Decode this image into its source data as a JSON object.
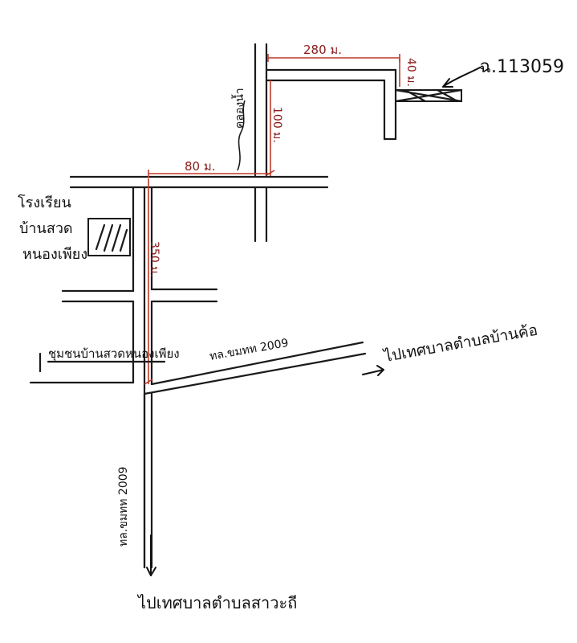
{
  "labels": {
    "parcel_id": "ฉ.113059",
    "dist_top": "280 ม.",
    "dist_right": "40 ม.",
    "dist_vertical": "100 ม.",
    "canal": "คลองน้ำ",
    "dist_mid": "80 ม.",
    "dist_350": "350 ม.",
    "school_line1": "โรงเรียน",
    "school_line2": "บ้านสวด",
    "school_line3": "หนองเพียง",
    "village_sign": "ชุมชนบ้านสวดหนองเพียง",
    "road_main": "ทล.ขมทท 2009",
    "to_right": "ไปเทศบาลตำบลบ้านค้อ",
    "road_vertical": "ทล.ขมทท 2009",
    "to_bottom": "ไปเทศบาลตำบลสาวะถี"
  },
  "colors": {
    "ink": "#1a1a1a",
    "dimension": "#c0392b"
  }
}
